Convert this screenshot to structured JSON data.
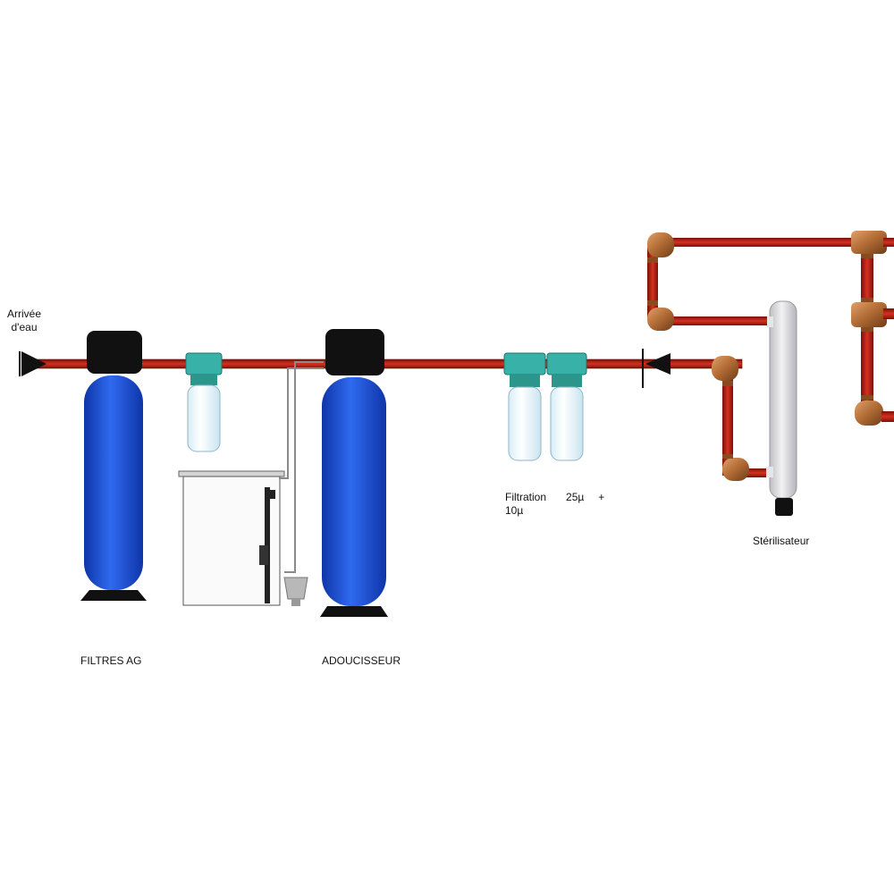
{
  "labels": {
    "inlet_line1": "Arrivée",
    "inlet_line2": "d'eau",
    "ag_filters": "FILTRES AG",
    "softener": "ADOUCISSEUR",
    "filtration_a": "Filtration",
    "filtration_b": "25µ",
    "filtration_c": "+",
    "filtration_line2": "10µ",
    "sterilizer": "Stérilisateur"
  },
  "colors": {
    "pipe": "#c8291c",
    "pipe_edge": "#5a0e08",
    "tank": "#1d4fd8",
    "valve_head": "#101010",
    "filter_cap": "#38b2a8",
    "copper_fitting": "#b5703a",
    "sterilizer_body": "#d9d9dc"
  }
}
